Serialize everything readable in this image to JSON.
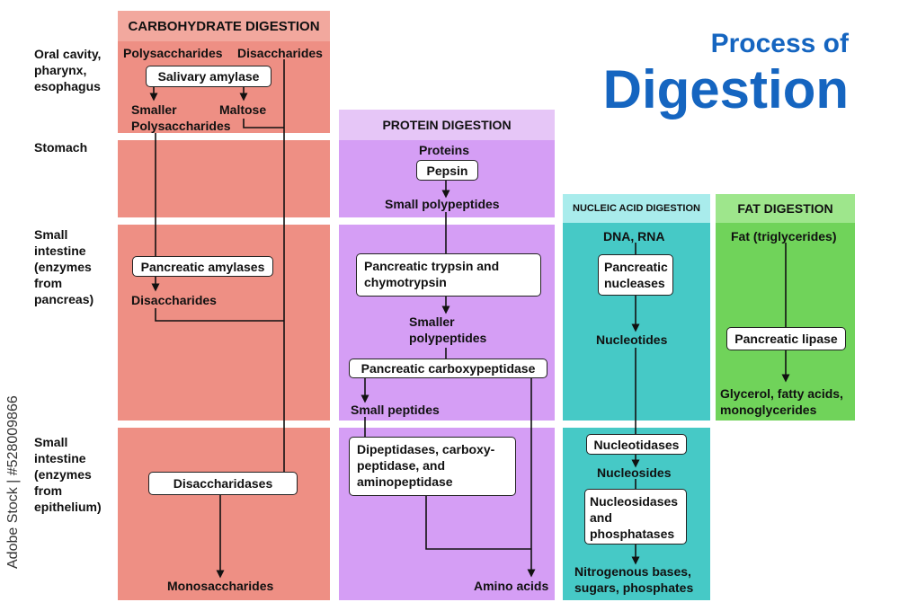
{
  "title": {
    "line1": "Process of",
    "line2": "Digestion"
  },
  "side_label": "Adobe Stock | #528009866",
  "organs": {
    "oral": "Oral cavity, pharynx, esophagus",
    "stomach": "Stomach",
    "small_pancreas": "Small intestine (enzymes from pancreas)",
    "small_epithelium": "Small intestine (enzymes from epithelium)"
  },
  "carbohydrate": {
    "header": "CARBOHYDRATE DIGESTION",
    "polysaccharides": "Polysaccharides",
    "disaccharides_top": "Disaccharides",
    "salivary_amylase": "Salivary amylase",
    "smaller": "Smaller",
    "polysaccharides2": "Polysaccharides",
    "maltose": "Maltose",
    "pancreatic_amylases": "Pancreatic amylases",
    "disaccharides": "Disaccharides",
    "disaccharidases": "Disaccharidases",
    "monosaccharides": "Monosaccharides"
  },
  "protein": {
    "header": "PROTEIN DIGESTION",
    "proteins": "Proteins",
    "pepsin": "Pepsin",
    "small_polypeptides": "Small polypeptides",
    "trypsin_l1": "Pancreatic trypsin and",
    "trypsin_l2": "chymotrypsin",
    "smaller": "Smaller",
    "polypeptides": "polypeptides",
    "carboxypeptidase": "Pancreatic carboxypeptidase",
    "small_peptides": "Small peptides",
    "dipept_l1": "Dipeptidases, carboxy-",
    "dipept_l2": "peptidase, and",
    "dipept_l3": "aminopeptidase",
    "amino_acids": "Amino acids"
  },
  "nucleic": {
    "header": "NUCLEIC ACID DIGESTION",
    "dna_rna": "DNA, RNA",
    "nucleases_l1": "Pancreatic",
    "nucleases_l2": "nucleases",
    "nucleotides": "Nucleotides",
    "nucleotidases": "Nucleotidases",
    "nucleosides": "Nucleosides",
    "nucleosidases_l1": "Nucleosidases",
    "nucleosidases_l2": "and",
    "nucleosidases_l3": "phosphatases",
    "bases_l1": "Nitrogenous bases,",
    "bases_l2": "sugars, phosphates"
  },
  "fat": {
    "header": "FAT DIGESTION",
    "fat": "Fat (triglycerides)",
    "lipase": "Pancreatic lipase",
    "products_l1": "Glycerol, fatty acids,",
    "products_l2": "monoglycerides"
  },
  "colors": {
    "carb_header": "#f2a89e",
    "carb": "#ee8f84",
    "protein_header": "#e6c6f7",
    "protein": "#d59ef5",
    "nucleic_header": "#a9ecec",
    "nucleic": "#46c9c6",
    "fat_header": "#9ee68c",
    "fat": "#70d35a",
    "title": "#1565c0"
  }
}
